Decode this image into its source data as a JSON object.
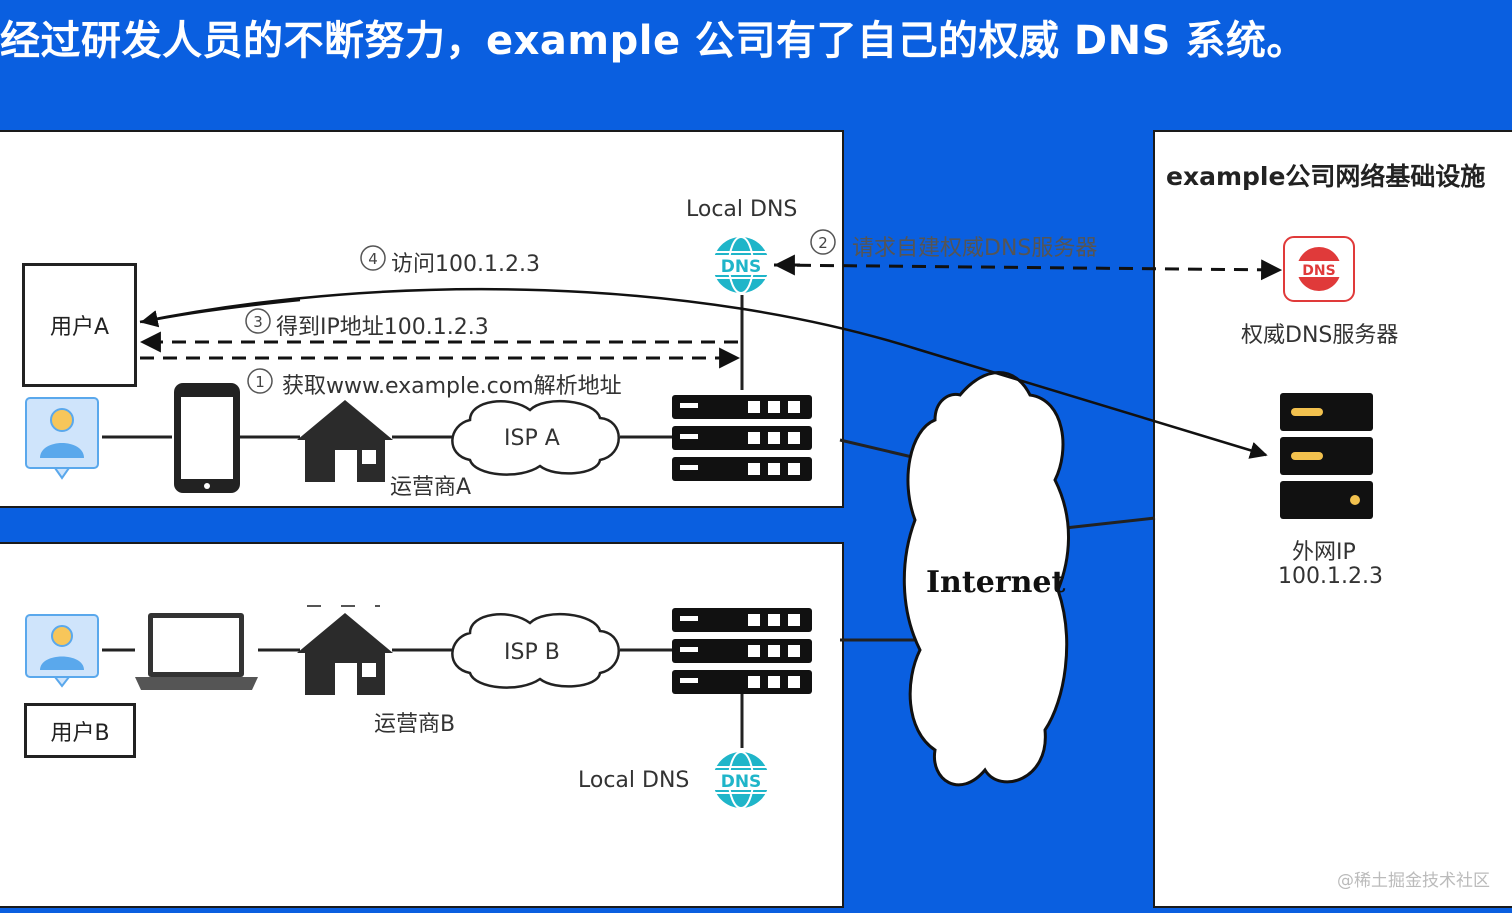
{
  "title": "经过研发人员的不断努力，example 公司有了自己的权威 DNS 系统。",
  "user_a": "用户A",
  "user_b": "用户B",
  "local_dns_top": "Local DNS",
  "local_dns_bottom": "Local DNS",
  "isp_a": "ISP A",
  "isp_b": "ISP B",
  "carrier_a": "运营商A",
  "carrier_b": "运营商B",
  "internet": "Internet",
  "infra_title": "example公司网络基础设施",
  "auth_dns": "权威DNS服务器",
  "external_ip_label": "外网IP",
  "external_ip": "100.1.2.3",
  "dns_icon_text": "DNS",
  "steps": {
    "step1": "获取www.example.com解析地址",
    "step2": "请求自建权威DNS服务器",
    "step3": "得到IP地址100.1.2.3",
    "step4": "访问100.1.2.3",
    "n1": "1",
    "n2": "2",
    "n3": "3",
    "n4": "4"
  },
  "watermark": "@稀土掘金技术社区",
  "colors": {
    "background": "#0a5fe0",
    "dns_teal": "#1fb5c9",
    "auth_dns_red": "#e03a3a",
    "user_icon": "#5aa8ec"
  }
}
